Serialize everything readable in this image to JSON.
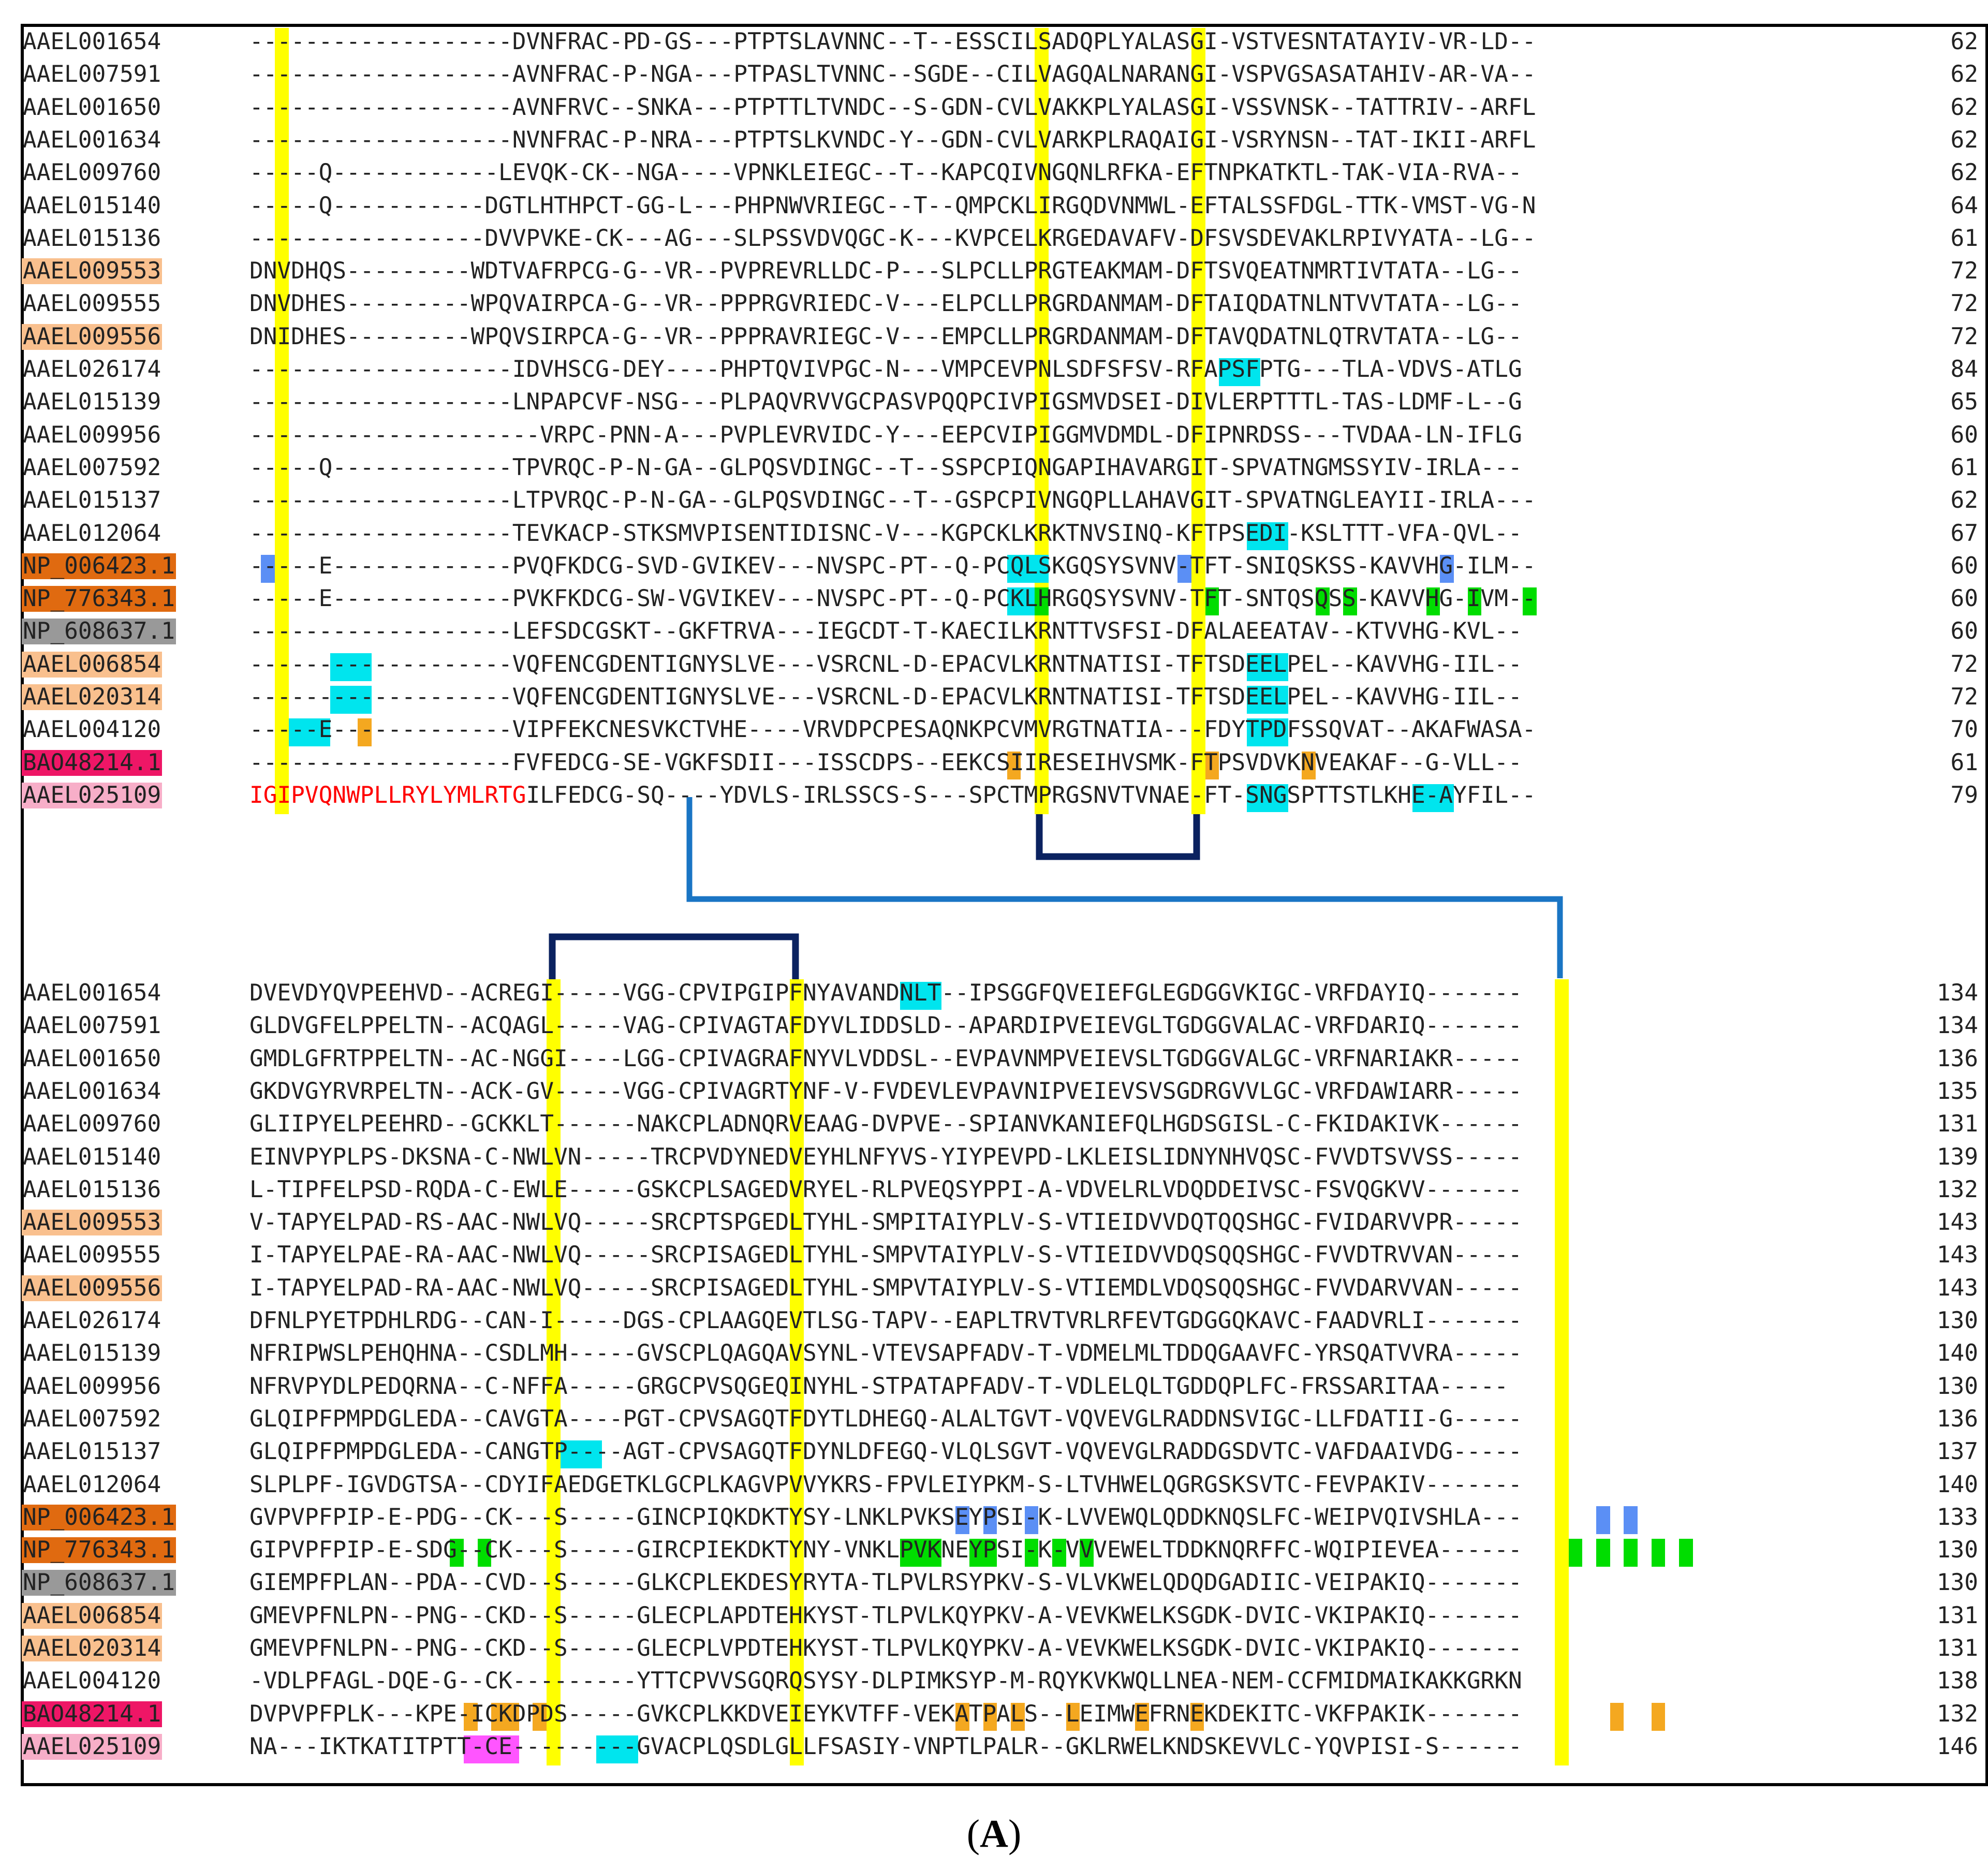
{
  "caption": {
    "open": "(",
    "label": "A",
    "close": ")"
  },
  "colors": {
    "cysteine_column": "#ffff00",
    "glycosylation_site": "#00e5ee",
    "blue_residue": "#5b8ff5",
    "green_residue": "#00dd00",
    "orange_residue": "#f4a820",
    "magenta_motif": "#ff55ff",
    "bond_dark": "#0b2260",
    "bond_light": "#1a75c4",
    "extension_text": "#ff0000"
  },
  "block1": [
    {
      "name": "AAEL001654",
      "seq": "-------------------DVNFRAC-PD-GS---PTPTSLAVNNC--T--ESSCILSADQPLYALASGI-VSTVESNTATAYIV-VR-LD--",
      "num": "62"
    },
    {
      "name": "AAEL007591",
      "seq": "-------------------AVNFRAC-P-NGA---PTPASLTVNNC--SGDE--CILVAGQALNARANGI-VSPVGSASATAHIV-AR-VA--",
      "num": "62"
    },
    {
      "name": "AAEL001650",
      "seq": "-------------------AVNFRVC--SNKA---PTPTTLTVNDC--S-GDN-CVLVAKKPLYALASGI-VSSVNSK--TATTRIV--ARFL",
      "num": "62"
    },
    {
      "name": "AAEL001634",
      "seq": "-------------------NVNFRAC-P-NRA---PTPTSLKVNDC-Y--GDN-CVLVARKPLRAQAIGI-VSRYNSN--TAT-IKII-ARFL",
      "num": "62"
    },
    {
      "name": "AAEL009760",
      "seq": "-----Q------------LEVQK-CK--NGA----VPNKLEIEGC--T--KAPCQIVNGQNLRFKA-EFTNPKATKTL-TAK-VIA-RVA--",
      "num": "62"
    },
    {
      "name": "AAEL015140",
      "seq": "-----Q-----------DGTLHTHPCT-GG-L---PHPNWVRIEGC--T--QMPCKLIRGQDVNMWL-EFTALSSFDGL-TTK-VMST-VG-N",
      "num": "64"
    },
    {
      "name": "AAEL015136",
      "seq": "-----------------DVVPVKE-CK---AG---SLPSSVDVQGC-K---KVPCELKRGEDAVAFV-DFSVSDEVAKLRPIVYATA--LG--",
      "num": "61"
    },
    {
      "name": "AAEL009553",
      "seq": "DNVDHQS---------WDTVAFRPCG-G--VR--PVPREVRLLDC-P---SLPCLLPRGTEAKMAM-DFTSVQEATNMRTIVTATA--LG--",
      "num": "72",
      "hl": "#f9c08e"
    },
    {
      "name": "AAEL009555",
      "seq": "DNVDHES---------WPQVAIRPCA-G--VR--PPPRGVRIEDC-V---ELPCLLPRGRDANMAM-DFTAIQDATNLNTVVTATA--LG--",
      "num": "72"
    },
    {
      "name": "AAEL009556",
      "seq": "DNIDHES---------WPQVSIRPCA-G--VR--PPPRAVRIEGC-V---EMPCLLPRGRDANMAM-DFTAVQDATNLQTRVTATA--LG--",
      "num": "72",
      "hl": "#f9c08e"
    },
    {
      "name": "AAEL026174",
      "seq": "-------------------IDVHSCG-DEY----PHPTQVIVPGC-N---VMPCEVPNLSDFSFSV-RFAPSFPTG---TLA-VDVS-ATLG",
      "num": "84"
    },
    {
      "name": "AAEL015139",
      "seq": "-------------------LNPAPCVF-NSG---PLPAQVRVVGCPASVPQQPCIVPIGSMVDSEI-DIVLERPTTTL-TAS-LDMF-L--G",
      "num": "65"
    },
    {
      "name": "AAEL009956",
      "seq": "---------------------VRPC-PNN-A---PVPLEVRVIDC-Y---EEPCVIPIGGMVDMDL-DFIPNRDSS---TVDAA-LN-IFLG",
      "num": "60"
    },
    {
      "name": "AAEL007592",
      "seq": "-----Q-------------TPVRQC-P-N-GA--GLPQSVDINGC--T--SSPCPIQNGAPIHAVARGIT-SPVATNGMSSYIV-IRLA---",
      "num": "61"
    },
    {
      "name": "AAEL015137",
      "seq": "-------------------LTPVRQC-P-N-GA--GLPQSVDINGC--T--GSPCPIVNGQPLLAHAVGIT-SPVATNGLEAYII-IRLA---",
      "num": "62"
    },
    {
      "name": "AAEL012064",
      "seq": "-------------------TEVKACP-STKSMVPISENTIDISNC-V---KGPCKLKRKTNVSINQ-KFTPSEDI-KSLTTT-VFA-QVL--",
      "num": "67"
    },
    {
      "name": "NP_006423.1",
      "seq": "-----E-------------PVQFKDCG-SVD-GVIKEV---NVSPC-PT--Q-PCQLSKGQSYSVNV-TFT-SNIQSKSS-KAVVHG-ILM--",
      "num": "60",
      "hl": "#e06a10"
    },
    {
      "name": "NP_776343.1",
      "seq": "-----E-------------PVKFKDCG-SW-VGVIKEV---NVSPC-PT--Q-PCKLHRGQSYSVNV-TFT-SNTQSQSS-KAVVHG-IVM--",
      "num": "60",
      "hl": "#e06a10"
    },
    {
      "name": "NP_608637.1",
      "seq": "-------------------LEFSDCGSKT--GKFTRVA---IEGCDT-T-KAECILKRNTTVSFSI-DFALAEEATAV--KTVVHG-KVL--",
      "num": "60",
      "hl": "#999999"
    },
    {
      "name": "AAEL006854",
      "seq": "-------------------VQFENCGDENTIGNYSLVE---VSRCNL-D-EPACVLKRNTNATISI-TFTSDEELPEL--KAVVHG-IIL--",
      "num": "72",
      "hl": "#f9c08e"
    },
    {
      "name": "AAEL020314",
      "seq": "-------------------VQFENCGDENTIGNYSLVE---VSRCNL-D-EPACVLKRNTNATISI-TFTSDEELPEL--KAVVHG-IIL--",
      "num": "72",
      "hl": "#f9c08e"
    },
    {
      "name": "AAEL004120",
      "seq": "-----E-------------VIPFEKCNESVKCTVHE----VRVDPCPESAQNKPCVMVRGTNATIA---FDYTPDFSSQVAT--AKAFWASA-",
      "num": "70"
    },
    {
      "name": "BAO48214.1",
      "seq": "-------------------FVFEDCG-SE-VGKFSDII---ISSCDPS--EEKCSIIRESEIHVSMK-FTPSVDVKNVEAKAF--G-VLL--",
      "num": "61",
      "hl": "#ee1666"
    },
    {
      "name": "AAEL025109",
      "seq": "IGIPVQNWPLLRYLYMLRTGILFEDCG-SQ----YDVLS-IRLSSCS-S---SPCTMPRGSNVTVNAE-FT-SNGSPTTSTLKHE-AYFIL--",
      "num": "79",
      "hl": "#f7aec8",
      "ext": "IGIPVQNWPLLRYLYMLRTG"
    }
  ],
  "block2": [
    {
      "name": "AAEL001654",
      "seq": "DVEVDYQVPEEHVD--ACREGI-----VGG-CPVIPGIPFNYAVANDNLT--IPSGGFQVEIEFGLEGDGGVKIGC-VRFDAYIQ-------",
      "num": "134"
    },
    {
      "name": "AAEL007591",
      "seq": "GLDVGFELPPELTN--ACQAGL-----VAG-CPIVAGTAFDYVLIDDSLD--APARDIPVEIEVGLTGDGGVALAC-VRFDARIQ-------",
      "num": "134"
    },
    {
      "name": "AAEL001650",
      "seq": "GMDLGFRTPPELTN--AC-NGGI----LGG-CPIVAGRAFNYVLVDDSL--EVPAVNMPVEIEVSLTGDGGVALGC-VRFNARIAKR-----",
      "num": "136"
    },
    {
      "name": "AAEL001634",
      "seq": "GKDVGYRVRPELTN--ACK-GV-----VGG-CPIVAGRTYNF-V-FVDEVLEVPAVNIPVEIEVSVSGDRGVVLGC-VRFDAWIARR-----",
      "num": "135"
    },
    {
      "name": "AAEL009760",
      "seq": "GLIIPYELPEEHRD--GCKKLT------NAKCPLADNQRVEAAG-DVPVE--SPIANVKANIEFQLHGDSGISL-C-FKIDAKIVK------",
      "num": "131"
    },
    {
      "name": "AAEL015140",
      "seq": "EINVPYPLPS-DKSNA-C-NWLVN-----TRCPVDYNEDVEYHLNFYVS-YIYPEVPD-LKLEISLIDNYNHVQSC-FVVDTSVVSS-----",
      "num": "139"
    },
    {
      "name": "AAEL015136",
      "seq": "L-TIPFELPSD-RQDA-C-EWLE-----GSKCPLSAGEDVRYEL-RLPVEQSYPPI-A-VDVELRLVDQDDEIVSC-FSVQGKVV-------",
      "num": "132"
    },
    {
      "name": "AAEL009553",
      "seq": "V-TAPYELPAD-RS-AAC-NWLVQ-----SRCPTSPGEDLTYHL-SMPITAIYPLV-S-VTIEIDVVDQTQQSHGC-FVIDARVVPR-----",
      "num": "143",
      "hl": "#f9c08e"
    },
    {
      "name": "AAEL009555",
      "seq": "I-TAPYELPAE-RA-AAC-NWLVQ-----SRCPISAGEDLTYHL-SMPVTAIYPLV-S-VTIEIDVVDQSQQSHGC-FVVDTRVVAN-----",
      "num": "143"
    },
    {
      "name": "AAEL009556",
      "seq": "I-TAPYELPAD-RA-AAC-NWLVQ-----SRCPISAGEDLTYHL-SMPVTAIYPLV-S-VTIEMDLVDQSQQSHGC-FVVDARVVAN-----",
      "num": "143",
      "hl": "#f9c08e"
    },
    {
      "name": "AAEL026174",
      "seq": "DFNLPYETPDHLRDG--CAN-I-----DGS-CPLAAGQEVTLSG-TAPV--EAPLTRVTVRLRFEVTGDGGQKAVC-FAADVRLI-------",
      "num": "130"
    },
    {
      "name": "AAEL015139",
      "seq": "NFRIPWSLPEHQHNA--CSDLMH-----GVSCPLQAGQAVSYNL-VTEVSAPFADV-T-VDMELMLTDDQGAAVFC-YRSQATVVRA-----",
      "num": "140"
    },
    {
      "name": "AAEL009956",
      "seq": "NFRVPYDLPEDQRNA--C-NFFA-----GRGCPVSQGEQINYHL-STPATAPFADV-T-VDLELQLTGDDQPLFC-FRSSARITAA-----",
      "num": "130"
    },
    {
      "name": "AAEL007592",
      "seq": "GLQIPFPMPDGLEDA--CAVGTA----PGT-CPVSAGQTFDYTLDHEGQ-ALALTGVT-VQVEVGLRADDNSVIGC-LLFDATII-G-----",
      "num": "136"
    },
    {
      "name": "AAEL015137",
      "seq": "GLQIPFPMPDGLEDA--CANGTP----AGT-CPVSAGQTFDYNLDFEGQ-VLQLSGVT-VQVEVGLRADDGSDVTC-VAFDAAIVDG-----",
      "num": "137"
    },
    {
      "name": "AAEL012064",
      "seq": "SLPLPF-IGVDGTSA--CDYIFAEDGETKLGCPLKAGVPVVYKRS-FPVLEIYPKM-S-LTVHWELQGRGSKSVTC-FEVPAKIV-------",
      "num": "140"
    },
    {
      "name": "NP_006423.1",
      "seq": "GVPVPFPIP-E-PDG--CK---S-----GINCPIQKDKTYSY-LNKLPVKSEYPSI-K-LVVEWQLQDDKNQSLFC-WEIPVQIVSHLA---",
      "num": "133",
      "hl": "#e06a10"
    },
    {
      "name": "NP_776343.1",
      "seq": "GIPVPFPIP-E-SDG--CK---S-----GIRCPIEKDKTYNY-VNKLPVKNEYPSI-K-VVVEWELTDDKNQRFFC-WQIPIEVEA------",
      "num": "130",
      "hl": "#e06a10"
    },
    {
      "name": "NP_608637.1",
      "seq": "GIEMPFPLAN--PDA--CVD--S-----GLKCPLEKDESYRYTA-TLPVLRSYPKV-S-VLVKWELQDQDGADIIC-VEIPAKIQ-------",
      "num": "130",
      "hl": "#999999"
    },
    {
      "name": "AAEL006854",
      "seq": "GMEVPFNLPN--PNG--CKD--S-----GLECPLAPDTEHKYST-TLPVLKQYPKV-A-VEVKWELKSGDK-DVIC-VKIPAKIQ-------",
      "num": "131",
      "hl": "#f9c08e"
    },
    {
      "name": "AAEL020314",
      "seq": "GMEVPFNLPN--PNG--CKD--S-----GLECPLVPDTEHKYST-TLPVLKQYPKV-A-VEVKWELKSGDK-DVIC-VKIPAKIQ-------",
      "num": "131",
      "hl": "#f9c08e"
    },
    {
      "name": "AAEL004120",
      "seq": "-VDLPFAGL-DQE-G--CK---------YTTCPVVSGQRQSYSY-DLPIMKSYP-M-RQYKVKWQLLNEA-NEM-CCFMIDMAIKAKKGRKN",
      "num": "138"
    },
    {
      "name": "BAO48214.1",
      "seq": "DVPVPFPLK---KPE-ICKDPDS-----GVKCPLKKDVEIEYKVTFF-VEKATPALS--LEIMWEFRNEKDEKITC-VKFPAKIK-------",
      "num": "132",
      "hl": "#ee1666"
    },
    {
      "name": "AAEL025109",
      "seq": "NA---IKTKATITPTT-CE---------GVACPLQSDLGLLFSASIY-VNPTLPALR--GKLRWELKNDSKEVVLC-YQVPISI-S------",
      "num": "146",
      "hl": "#f7aec8"
    }
  ]
}
